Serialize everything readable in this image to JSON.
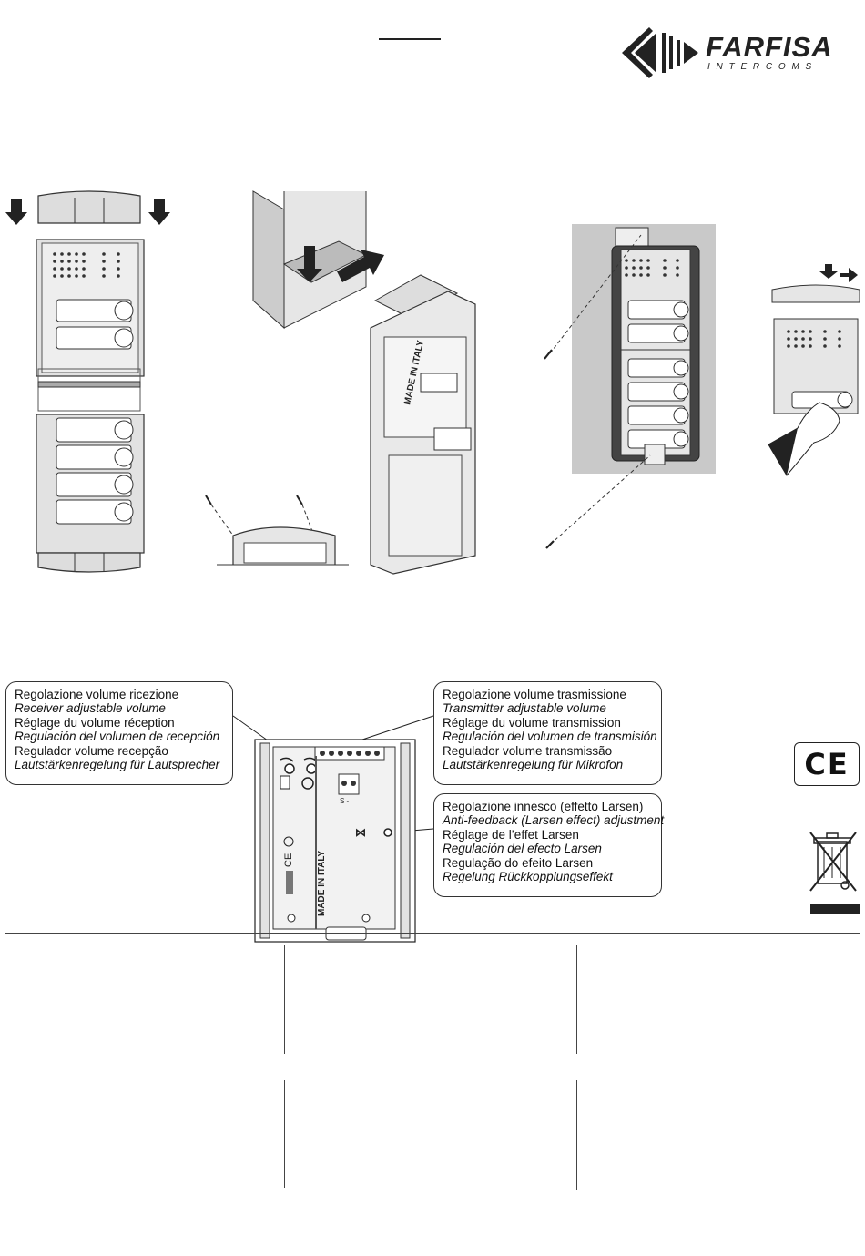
{
  "brand": {
    "name": "FARFISA",
    "tagline": "I N T E R C O M S"
  },
  "callouts": {
    "receiver": [
      "Regolazione volume ricezione",
      "Receiver adjustable volume",
      "Réglage du volume réception",
      "Regulación del volumen de recepción",
      "Regulador volume recepção",
      "Lautstärkenregelung für Lautsprecher"
    ],
    "transmitter": [
      "Regolazione volume trasmissione",
      "Transmitter adjustable volume",
      "Réglage du volume transmission",
      "Regulación del volumen de transmisión",
      "Regulador volume transmissão",
      "Lautstärkenregelung für Mikrofon"
    ],
    "larsen": [
      "Regolazione innesco (effetto Larsen)",
      "Anti-feedback (Larsen effect) adjustment",
      "Réglage de l’effet Larsen",
      "Regulación del efecto Larsen",
      "Regulação do efeito Larsen",
      "Regelung Rückkopplungseffekt"
    ]
  },
  "device_labels": {
    "made_in_italy": "MADE IN ITALY",
    "ce_mark": "CE",
    "terminal": "S -"
  },
  "colors": {
    "ink": "#222222",
    "panel_bg": "#c9c9c9",
    "module": "#e4e4e4"
  }
}
